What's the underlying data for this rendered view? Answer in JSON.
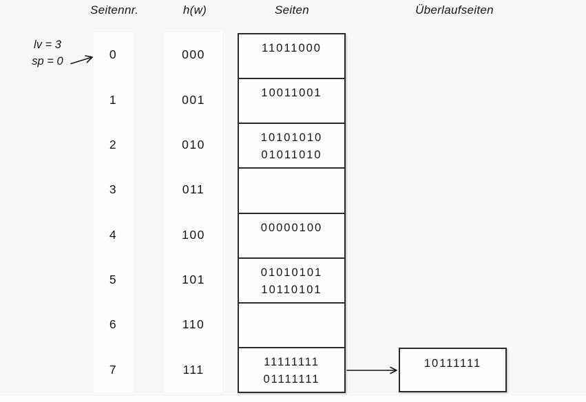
{
  "colors": {
    "background": "#f7f7f5",
    "panel": "#fefefe",
    "border": "#2a2a2a",
    "text": "#141414"
  },
  "headers": {
    "page_no": "Seitennr.",
    "hash": "h(w)",
    "pages": "Seiten",
    "overflow": "Überlaufseiten"
  },
  "annotation": {
    "level": "lv = 3",
    "split_pointer": "sp = 0"
  },
  "table": {
    "rows": [
      {
        "page_no": "0",
        "hash": "000",
        "line1": "11011000",
        "line2": ""
      },
      {
        "page_no": "1",
        "hash": "001",
        "line1": "10011001",
        "line2": ""
      },
      {
        "page_no": "2",
        "hash": "010",
        "line1": "10101010",
        "line2": "01011010"
      },
      {
        "page_no": "3",
        "hash": "011",
        "line1": "",
        "line2": ""
      },
      {
        "page_no": "4",
        "hash": "100",
        "line1": "00000100",
        "line2": ""
      },
      {
        "page_no": "5",
        "hash": "101",
        "line1": "01010101",
        "line2": "10110101"
      },
      {
        "page_no": "6",
        "hash": "110",
        "line1": "",
        "line2": ""
      },
      {
        "page_no": "7",
        "hash": "111",
        "line1": "11111111",
        "line2": "01111111"
      }
    ]
  },
  "overflow_page": {
    "value": "10111111",
    "linked_from_page": "7"
  }
}
